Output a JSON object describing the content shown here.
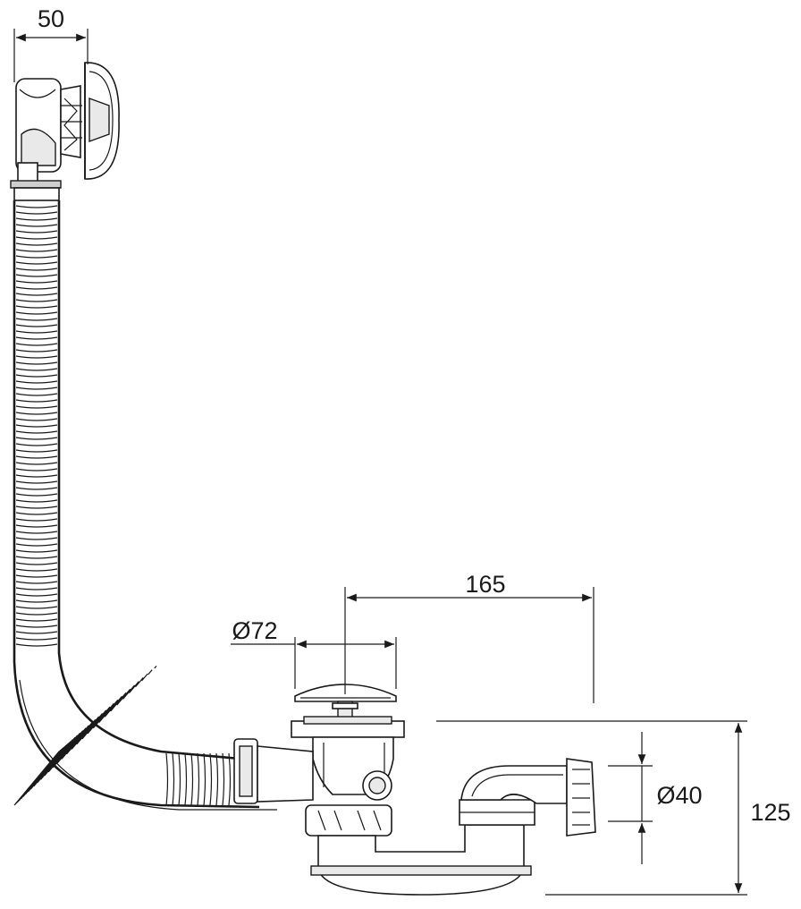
{
  "dimensions": {
    "top_width": "50",
    "horizontal_offset": "165",
    "plug_diameter": "Ø72",
    "outlet_diameter": "Ø40",
    "total_height": "125"
  },
  "parts": [
    "overflow-head",
    "flexible-hose",
    "waste-plug",
    "drain-body",
    "trap",
    "outlet-nut"
  ]
}
